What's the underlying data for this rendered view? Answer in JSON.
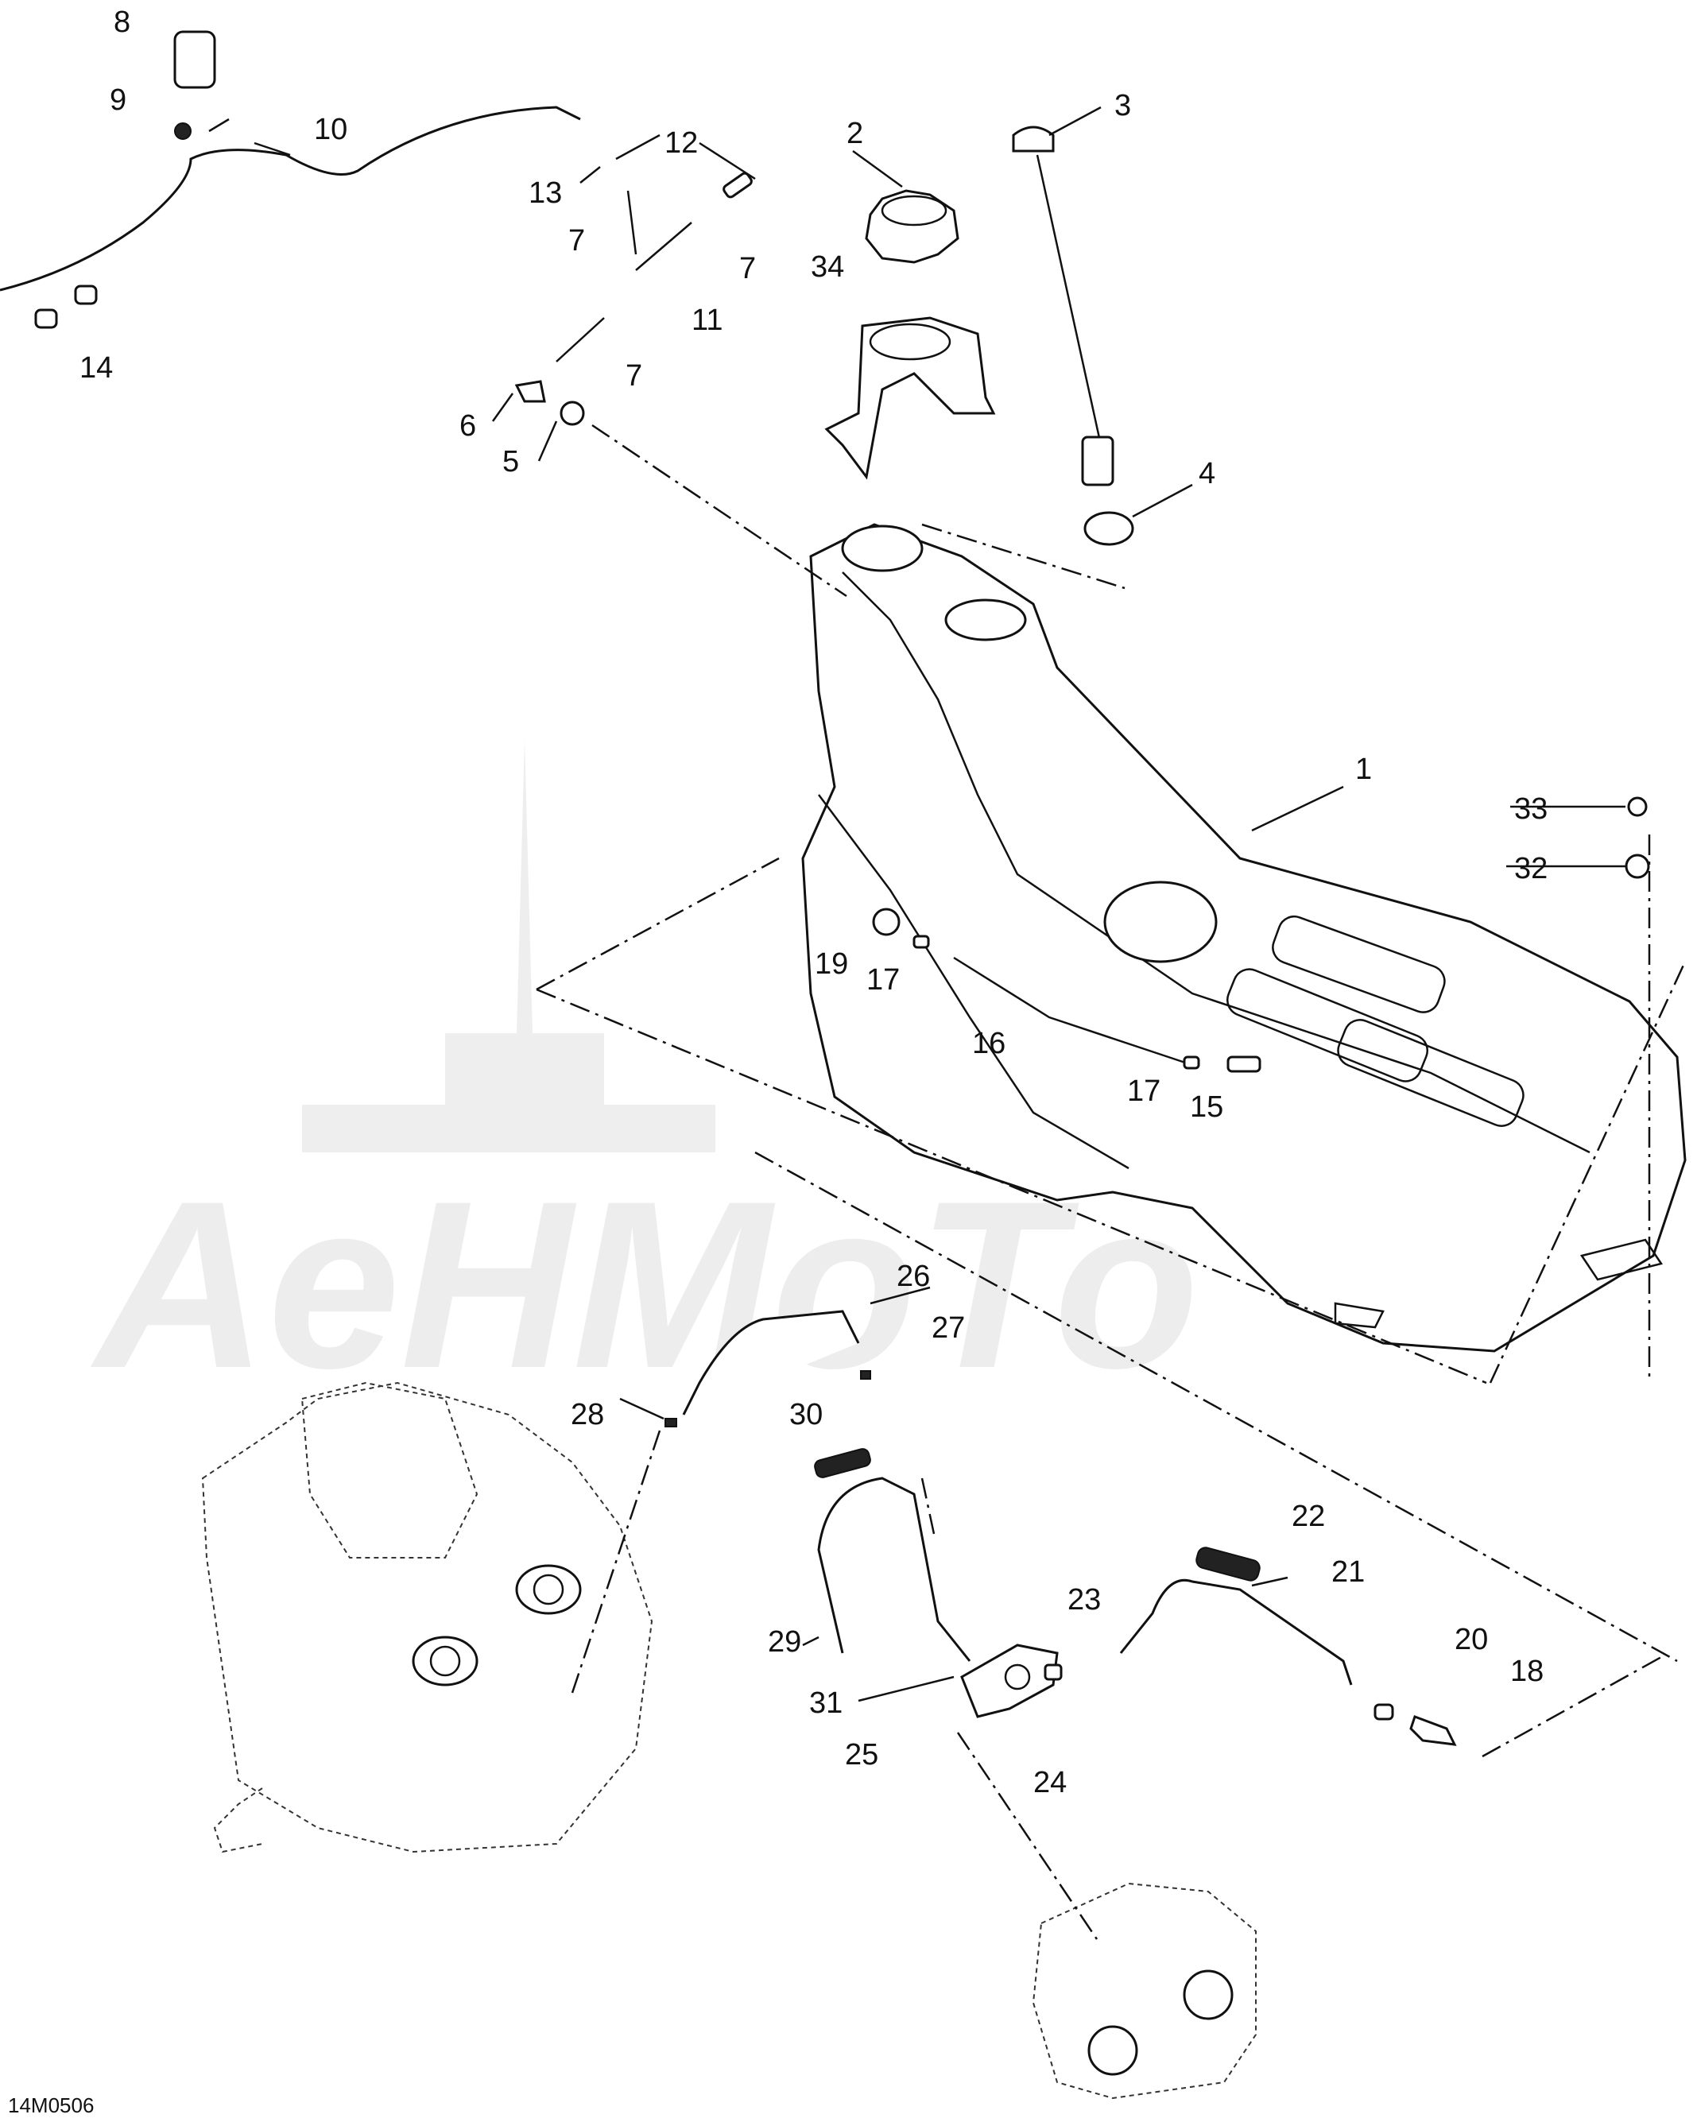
{
  "callouts": {
    "c1": "1",
    "c2": "2",
    "c3": "3",
    "c4": "4",
    "c5": "5",
    "c6": "6",
    "c7a": "7",
    "c7b": "7",
    "c7c": "7",
    "c8": "8",
    "c9": "9",
    "c10": "10",
    "c11": "11",
    "c12": "12",
    "c13": "13",
    "c14": "14",
    "c15": "15",
    "c16": "16",
    "c17a": "17",
    "c17b": "17",
    "c18": "18",
    "c19": "19",
    "c20": "20",
    "c21": "21",
    "c22": "22",
    "c23": "23",
    "c24": "24",
    "c25": "25",
    "c26": "26",
    "c27": "27",
    "c28": "28",
    "c29": "29",
    "c30": "30",
    "c31": "31",
    "c32": "32",
    "c33": "33",
    "c34": "34"
  },
  "figure_code": "14M0506",
  "watermark": "AeHMoTo"
}
